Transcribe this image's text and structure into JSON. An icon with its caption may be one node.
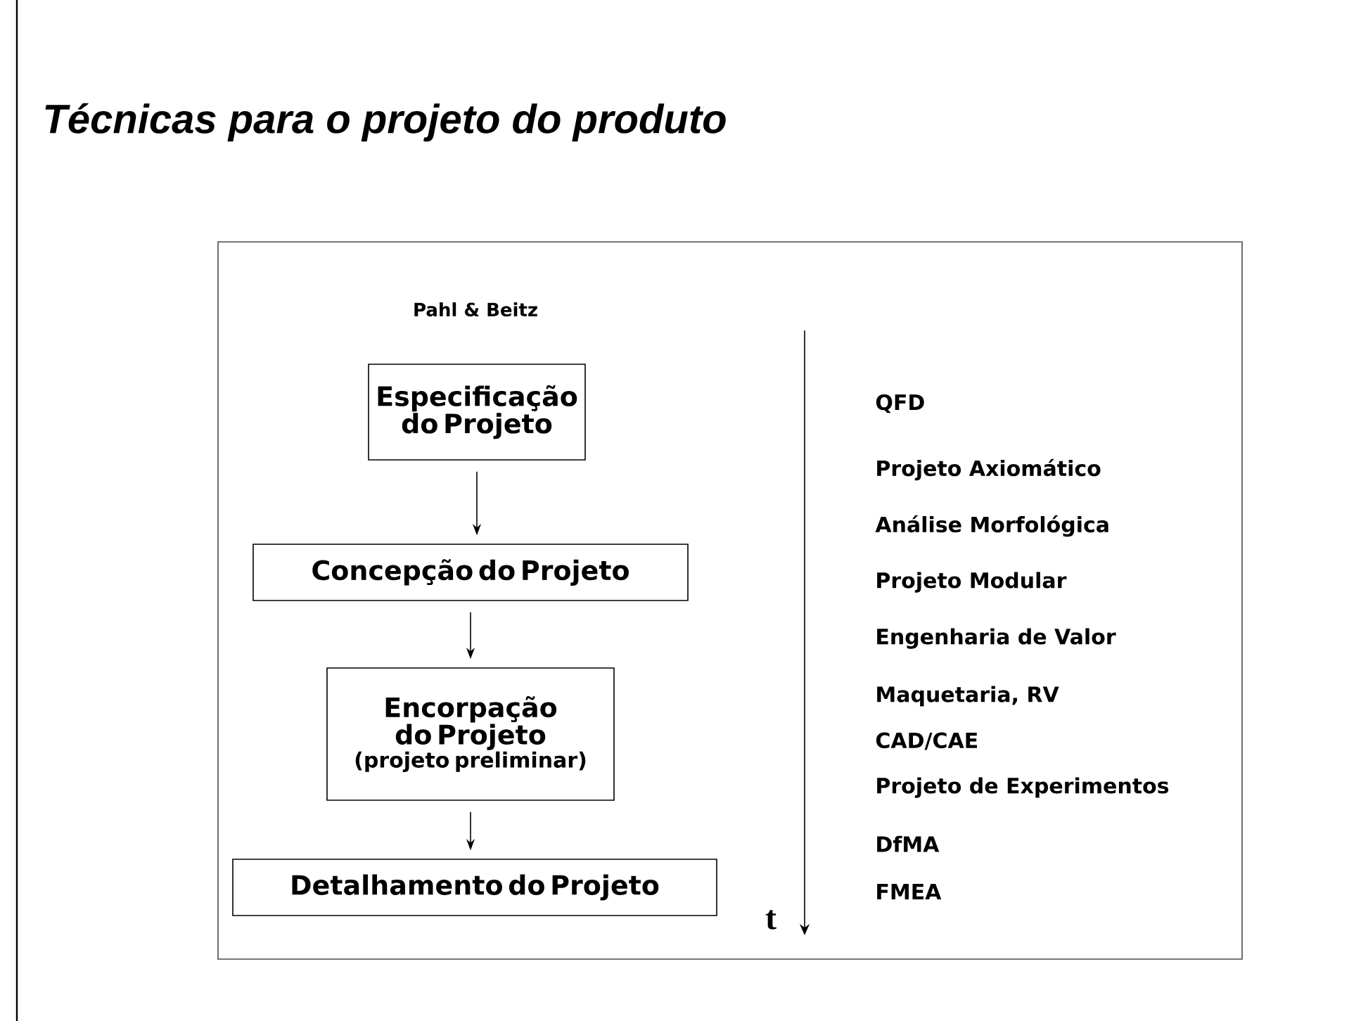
{
  "diagram": {
    "title": "Técnicas para o projeto do produto",
    "nodes": [
      {
        "text": [],
        "shape": "box"
      },
      {
        "text": [
          "Especificação do Projeto"
        ],
        "in": 0
      },
      {
        "text": [
          "Concepção do Projeto"
        ],
        "in": 0
      },
      {
        "text": [
          "Encorpação do Projeto",
          "(projeto preliminar)"
        ],
        "in": 0
      },
      {
        "text": [
          "Detalhamento do Projeto"
        ],
        "in": 0
      }
    ],
    "edges": [
      {
        "from": 1,
        "to": 2,
        "arrow": "to"
      },
      {
        "from": 2,
        "to": 3,
        "arrow": "to"
      },
      {
        "from": 3,
        "to": 4,
        "arrow": "to"
      }
    ],
    "labels": [
      "Pahl & Beitz",
      "t",
      "QFD",
      "Projeto Axiomático",
      "Análise Morfológica",
      "Projeto Modular",
      "Engenharia de Valor",
      "Maquetaria, RV",
      "CAD/CAE",
      "Projeto de Experimentos",
      "DfMA",
      "FMEA"
    ]
  }
}
